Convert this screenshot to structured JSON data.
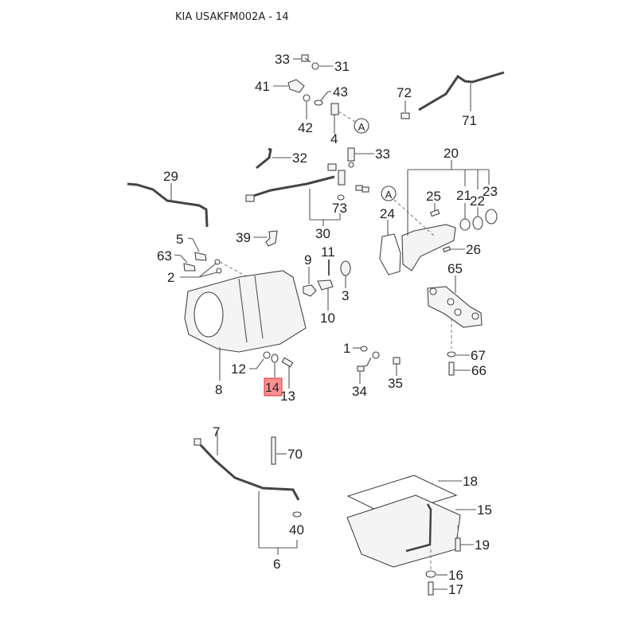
{
  "title": "KIA USAKFM002A - 14",
  "highlight_color": "#ff6b6b",
  "highlighted_part": "14",
  "reference_marker": "A",
  "callouts": {
    "p1": "1",
    "p2": "2",
    "p3": "3",
    "p4": "4",
    "p5": "5",
    "p6": "6",
    "p7": "7",
    "p8": "8",
    "p9": "9",
    "p10": "10",
    "p11": "11",
    "p12": "12",
    "p13": "13",
    "p14": "14",
    "p15": "15",
    "p16": "16",
    "p17": "17",
    "p18": "18",
    "p19": "19",
    "p20": "20",
    "p21": "21",
    "p22": "22",
    "p23": "23",
    "p24": "24",
    "p25": "25",
    "p26": "26",
    "p29": "29",
    "p30": "30",
    "p31": "31",
    "p32": "32",
    "p33a": "33",
    "p33b": "33",
    "p34": "34",
    "p35": "35",
    "p39": "39",
    "p40": "40",
    "p41": "41",
    "p42": "42",
    "p43": "43",
    "p63": "63",
    "p65": "65",
    "p66": "66",
    "p67": "67",
    "p70": "70",
    "p71": "71",
    "p72": "72",
    "p73": "73"
  }
}
